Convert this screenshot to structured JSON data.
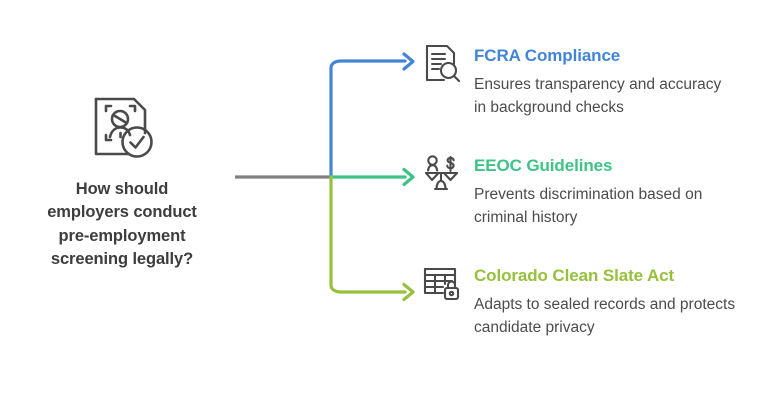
{
  "diagram": {
    "type": "mind-map",
    "background": "#ffffff",
    "root": {
      "title": "How should employers conduct pre-employment screening legally?",
      "title_lines": [
        "How should",
        "employers conduct",
        "pre-employment",
        "screening legally?"
      ],
      "icon": "document-person-scan-check-icon",
      "icon_color": "#4a4a4a",
      "text_color": "#3d3d3d"
    },
    "trunk": {
      "color": "#808080",
      "name": "trunk-connector"
    },
    "branches": [
      {
        "id": "fcra",
        "title": "FCRA Compliance",
        "description": "Ensures transparency and accuracy in background checks",
        "color": "#4285d6",
        "icon": "document-magnifier-icon",
        "connector": "branch-connector-up"
      },
      {
        "id": "eeoc",
        "title": "EEOC Guidelines",
        "description": "Prevents discrimination based on criminal history",
        "color": "#3ec387",
        "icon": "balance-scale-icon",
        "connector": "branch-connector-straight"
      },
      {
        "id": "colorado",
        "title": "Colorado Clean Slate Act",
        "description": "Adapts to sealed records and protects candidate privacy",
        "color": "#97c03d",
        "icon": "table-lock-icon",
        "connector": "branch-connector-down"
      }
    ]
  }
}
